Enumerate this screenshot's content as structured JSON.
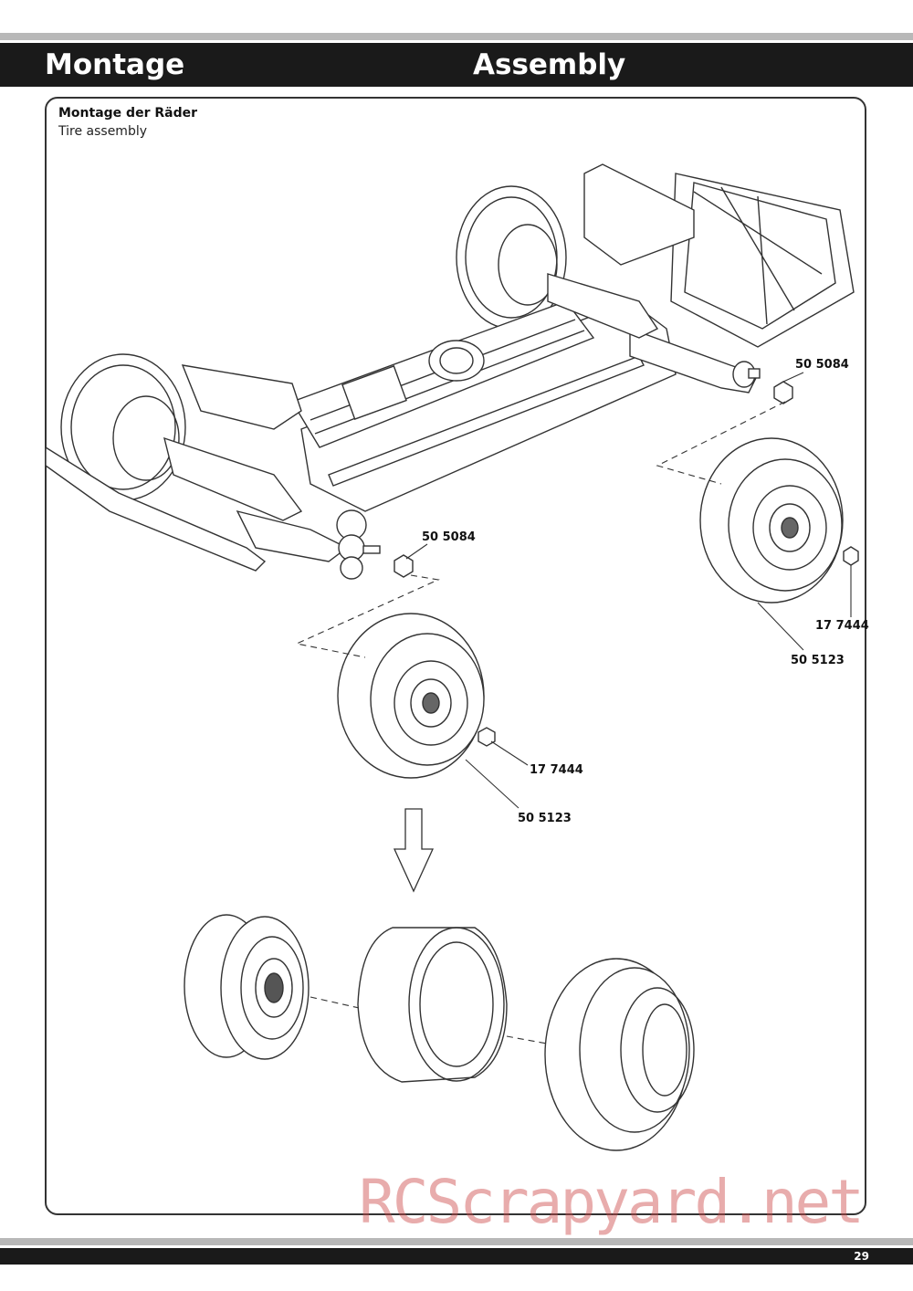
{
  "header": {
    "left_title": "Montage",
    "right_title": "Assembly"
  },
  "section": {
    "title": "Montage der Räder",
    "subtitle": "Tire assembly"
  },
  "callouts": {
    "nut_rear": "50 5084",
    "nut_front": "50 5084",
    "wheelnut_right": "17 7444",
    "wheel_right": "50 5123",
    "wheelnut_center": "17 7444",
    "wheel_center": "50 5123"
  },
  "watermark": "RCScrapyard.net",
  "footer": {
    "page_number": "29"
  }
}
